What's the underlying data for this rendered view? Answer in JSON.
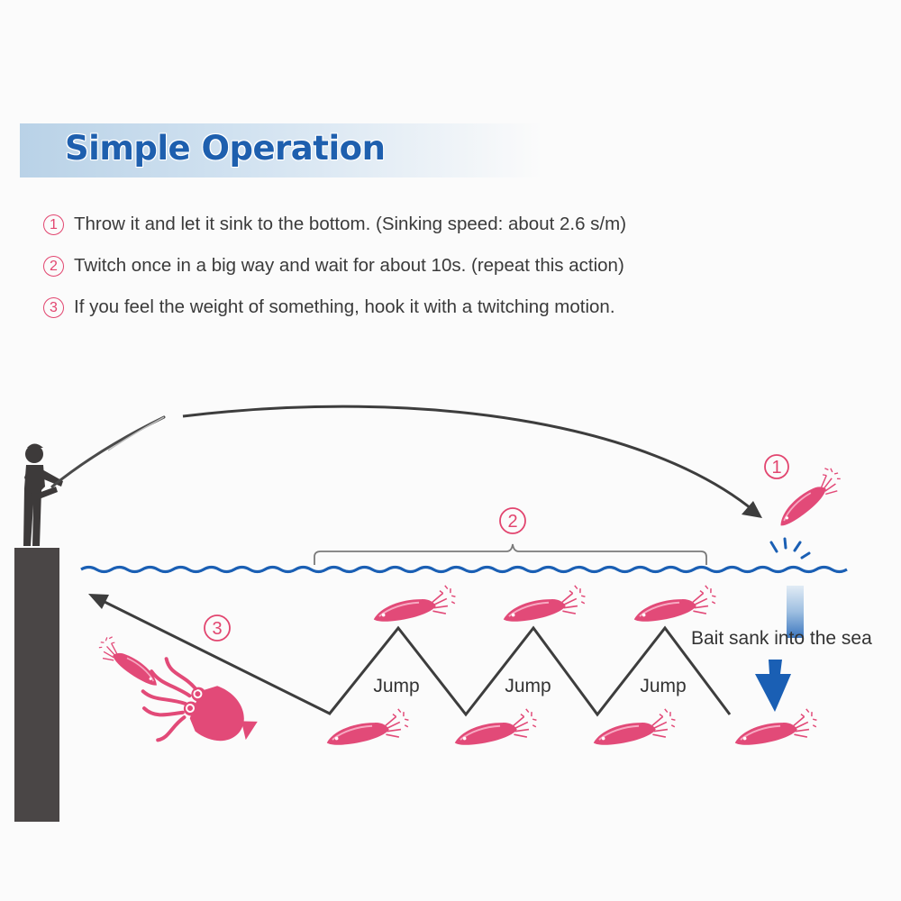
{
  "header": {
    "title": "Simple Operation"
  },
  "steps": [
    {
      "num": "1",
      "text": "Throw it and let it sink to the bottom. (Sinking speed: about 2.6 s/m)"
    },
    {
      "num": "2",
      "text": "Twitch once in a big way and wait for about 10s. (repeat this action)"
    },
    {
      "num": "3",
      "text": "If you feel the weight of something, hook it with a twitching motion."
    }
  ],
  "diagram": {
    "markers": {
      "cast": "1",
      "twitch": "2",
      "hook": "3"
    },
    "jump_labels": [
      "Jump",
      "Jump",
      "Jump"
    ],
    "sink_label": "Bait sank into the sea",
    "colors": {
      "accent_pink": "#e2456f",
      "lure_pink": "#e24a78",
      "water_blue": "#1a5fb4",
      "title_blue": "#1e5fae",
      "pier": "#4a4646"
    }
  }
}
